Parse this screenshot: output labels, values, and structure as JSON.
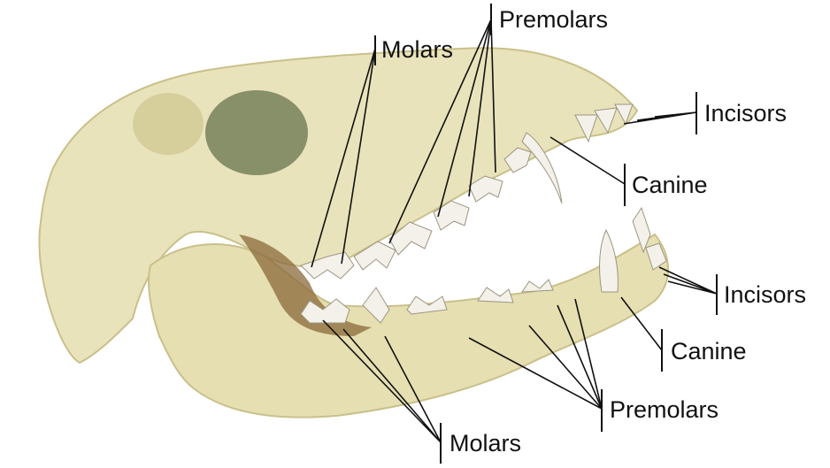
{
  "labels": {
    "molars_upper": "Molars",
    "premolars_upper": "Premolars",
    "incisors_upper": "Incisors",
    "canine_upper": "Canine",
    "incisors_lower": "Incisors",
    "canine_lower": "Canine",
    "premolars_lower": "Premolars",
    "molars_lower": "Molars"
  },
  "colors": {
    "bone": "#e9e3bb",
    "bone_shadow": "#c9c08a",
    "orbit": "#6f7a55",
    "tooth": "#f4f1ea",
    "cavity": "#8a6a3a",
    "line": "#111111"
  }
}
